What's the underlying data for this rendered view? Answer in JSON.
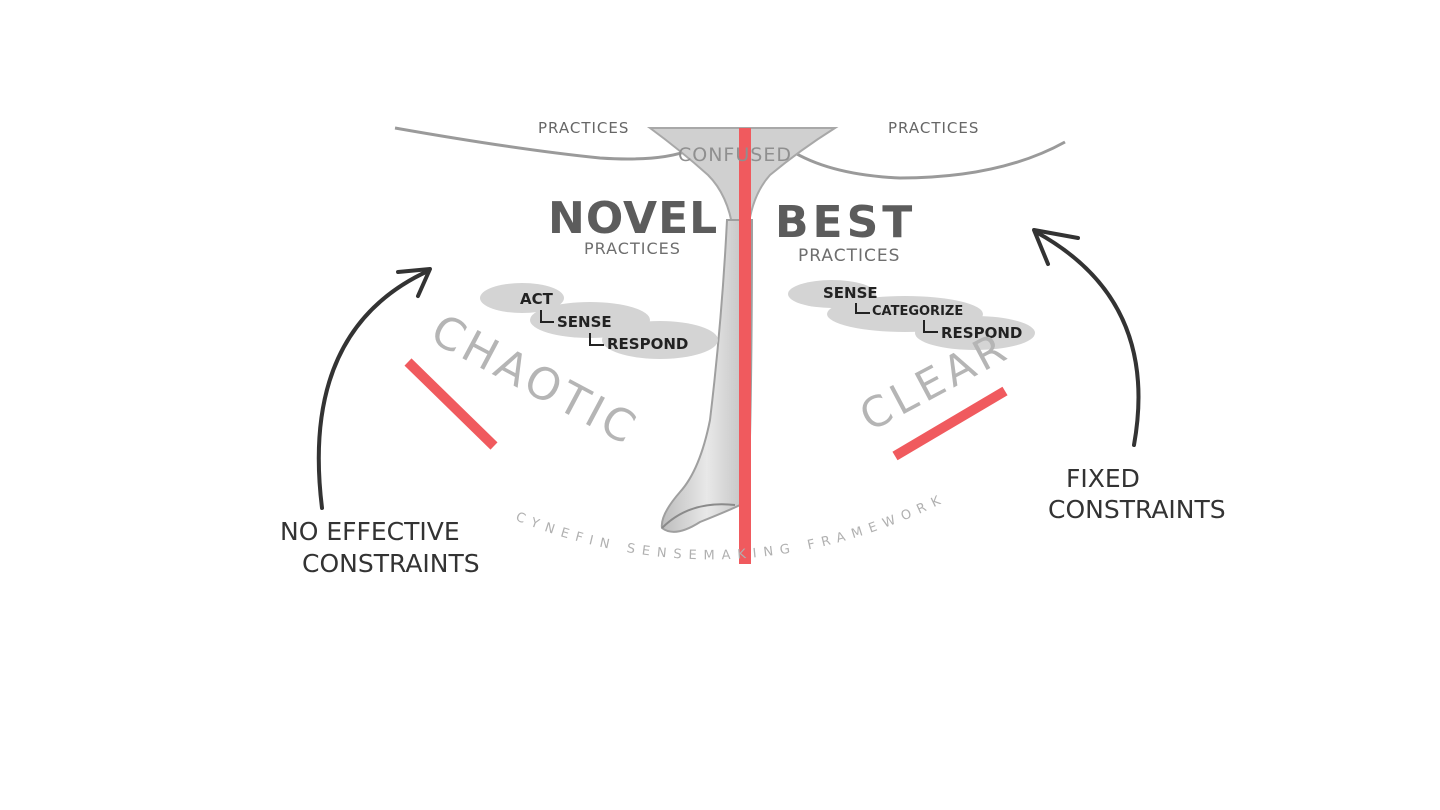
{
  "diagram": {
    "framework_arc_text": "CYNEFIN SENSEMAKING FRAMEWORK",
    "center_label": "CONFUSED",
    "top_left_partial": "PRACTICES",
    "top_right_partial": "PRACTICES",
    "quadrants": {
      "left": {
        "title": "NOVEL",
        "subtitle": "PRACTICES",
        "domain": "CHAOTIC",
        "steps": [
          "ACT",
          "SENSE",
          "RESPOND"
        ]
      },
      "right": {
        "title": "BEST",
        "subtitle": "PRACTICES",
        "domain": "CLEAR",
        "steps": [
          "SENSE",
          "CATEGORIZE",
          "RESPOND"
        ]
      }
    },
    "annotations": {
      "left_line1": "NO EFFECTIVE",
      "left_line2": "CONSTRAINTS",
      "right_line1": "FIXED",
      "right_line2": "CONSTRAINTS"
    }
  },
  "colors": {
    "accent_red": "#f05a5e",
    "sketch_gray": "#9a9a9a",
    "ink_dark": "#3a3a3a",
    "cloud_gray": "#d4d4d4",
    "title_gray": "#5c5c5c"
  }
}
